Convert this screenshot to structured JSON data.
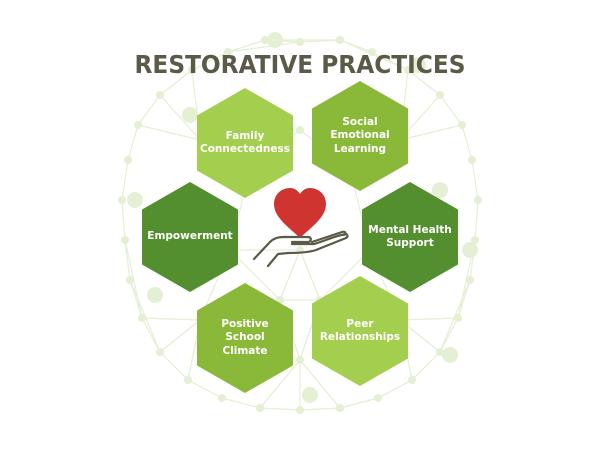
{
  "title": "RESTORATIVE PRACTICES",
  "colors": {
    "title": "#5b5a48",
    "light_green": "#a4ce4e",
    "mid_green": "#8ab93a",
    "dark_green": "#548f2f",
    "heart": "#cf3430",
    "hand": "#5b5a48",
    "network": "#e4efd3"
  },
  "center_icon": "heart-in-hand-icon",
  "items": [
    {
      "label": "Family\nConnectedness",
      "shade": "light_green"
    },
    {
      "label": "Social\nEmotional\nLearning",
      "shade": "mid_green"
    },
    {
      "label": "Empowerment",
      "shade": "dark_green"
    },
    {
      "label": "Mental Health\nSupport",
      "shade": "dark_green"
    },
    {
      "label": "Positive\nSchool\nClimate",
      "shade": "mid_green"
    },
    {
      "label": "Peer\nRelationships",
      "shade": "light_green"
    }
  ]
}
